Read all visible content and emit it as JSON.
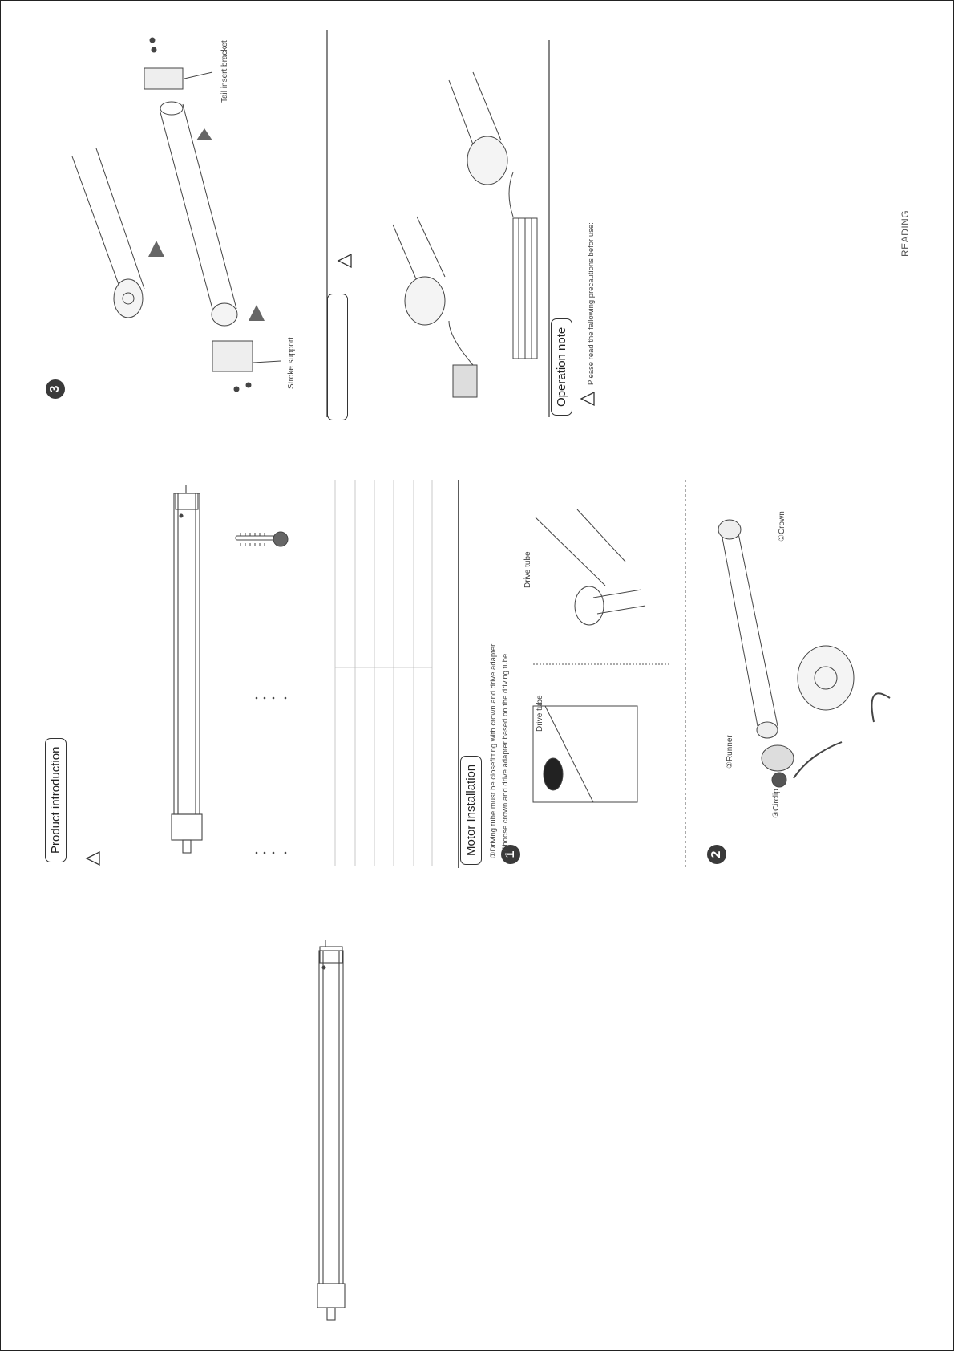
{
  "sections": {
    "product_intro": {
      "title": "Product introduction"
    },
    "motor_install": {
      "title": "Motor Installation",
      "notes": [
        "①Driving tube must be closefitting with crown and drive adapter.",
        "②Choose crown and drive adapter based on the driving tube."
      ]
    },
    "operation_note": {
      "title": "Operation note",
      "text": "Please read the fallowing precautions befor use:"
    },
    "reading": "READING"
  },
  "steps": {
    "step1": {
      "number": "1",
      "label_a": "Drive tube",
      "label_b": "Drive tube"
    },
    "step2": {
      "number": "2",
      "circlip": "③Circlip",
      "runner": "②Runner",
      "crown": "①Crown"
    },
    "step3": {
      "number": "3",
      "tail": "Tail insert bracket",
      "stroke": "Stroke support"
    }
  },
  "colors": {
    "line": "#333333",
    "badge": "#3a3a3a",
    "text": "#333333"
  },
  "icons": [
    "warning-icon",
    "arrow-icon",
    "screw-icon"
  ]
}
